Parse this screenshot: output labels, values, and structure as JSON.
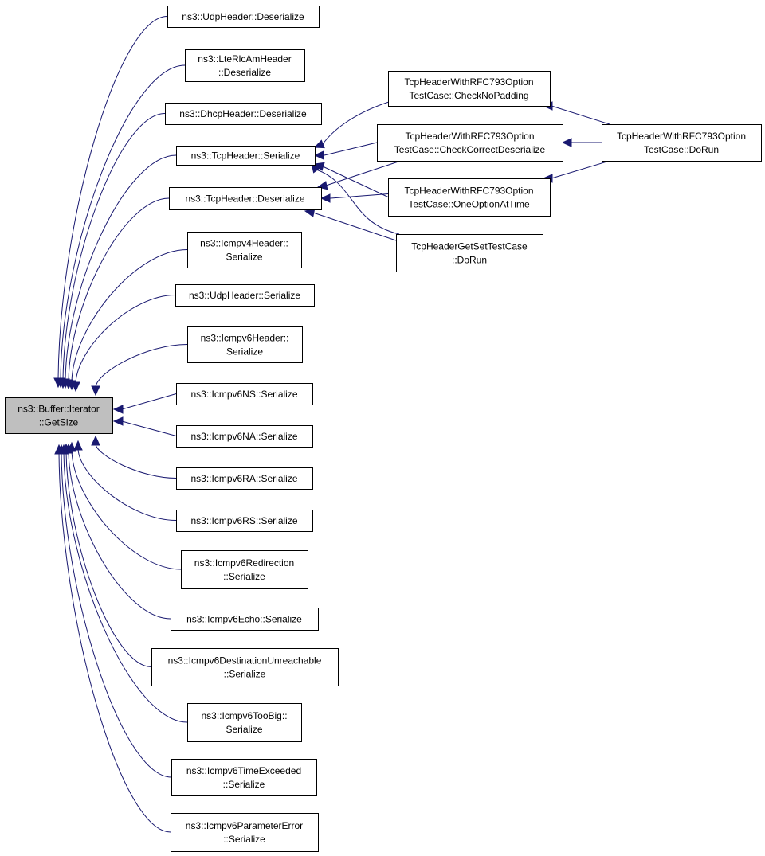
{
  "colors": {
    "edge": "#191970",
    "root_fill": "#bfbfbf",
    "node_fill": "#ffffff",
    "border": "#000000"
  },
  "nodes": [
    {
      "id": "root",
      "lines": [
        "ns3::Buffer::Iterator",
        "::GetSize"
      ]
    },
    {
      "id": "udp-deser",
      "lines": [
        "ns3::UdpHeader::Deserialize"
      ]
    },
    {
      "id": "lte",
      "lines": [
        "ns3::LteRlcAmHeader",
        "::Deserialize"
      ]
    },
    {
      "id": "dhcp",
      "lines": [
        "ns3::DhcpHeader::Deserialize"
      ]
    },
    {
      "id": "tcp-ser",
      "lines": [
        "ns3::TcpHeader::Serialize"
      ]
    },
    {
      "id": "tcp-deser",
      "lines": [
        "ns3::TcpHeader::Deserialize"
      ]
    },
    {
      "id": "icmpv4",
      "lines": [
        "ns3::Icmpv4Header::",
        "Serialize"
      ]
    },
    {
      "id": "udp-ser",
      "lines": [
        "ns3::UdpHeader::Serialize"
      ]
    },
    {
      "id": "icmpv6h",
      "lines": [
        "ns3::Icmpv6Header::",
        "Serialize"
      ]
    },
    {
      "id": "ns",
      "lines": [
        "ns3::Icmpv6NS::Serialize"
      ]
    },
    {
      "id": "na",
      "lines": [
        "ns3::Icmpv6NA::Serialize"
      ]
    },
    {
      "id": "ra",
      "lines": [
        "ns3::Icmpv6RA::Serialize"
      ]
    },
    {
      "id": "rs",
      "lines": [
        "ns3::Icmpv6RS::Serialize"
      ]
    },
    {
      "id": "redir",
      "lines": [
        "ns3::Icmpv6Redirection",
        "::Serialize"
      ]
    },
    {
      "id": "echo",
      "lines": [
        "ns3::Icmpv6Echo::Serialize"
      ]
    },
    {
      "id": "dest",
      "lines": [
        "ns3::Icmpv6DestinationUnreachable",
        "::Serialize"
      ]
    },
    {
      "id": "toobig",
      "lines": [
        "ns3::Icmpv6TooBig::",
        "Serialize"
      ]
    },
    {
      "id": "timeex",
      "lines": [
        "ns3::Icmpv6TimeExceeded",
        "::Serialize"
      ]
    },
    {
      "id": "param",
      "lines": [
        "ns3::Icmpv6ParameterError",
        "::Serialize"
      ]
    },
    {
      "id": "nopad",
      "lines": [
        "TcpHeaderWithRFC793Option",
        "TestCase::CheckNoPadding"
      ]
    },
    {
      "id": "correct",
      "lines": [
        "TcpHeaderWithRFC793Option",
        "TestCase::CheckCorrectDeserialize"
      ]
    },
    {
      "id": "onetime",
      "lines": [
        "TcpHeaderWithRFC793Option",
        "TestCase::OneOptionAtTime"
      ]
    },
    {
      "id": "getset",
      "lines": [
        "TcpHeaderGetSetTestCase",
        "::DoRun"
      ]
    },
    {
      "id": "dorun",
      "lines": [
        "TcpHeaderWithRFC793Option",
        "TestCase::DoRun"
      ]
    }
  ],
  "edges": [
    {
      "from": "udp-deser",
      "to": "root"
    },
    {
      "from": "lte",
      "to": "root"
    },
    {
      "from": "dhcp",
      "to": "root"
    },
    {
      "from": "tcp-ser",
      "to": "root"
    },
    {
      "from": "tcp-deser",
      "to": "root"
    },
    {
      "from": "icmpv4",
      "to": "root"
    },
    {
      "from": "udp-ser",
      "to": "root"
    },
    {
      "from": "icmpv6h",
      "to": "root"
    },
    {
      "from": "ns",
      "to": "root"
    },
    {
      "from": "na",
      "to": "root"
    },
    {
      "from": "ra",
      "to": "root"
    },
    {
      "from": "rs",
      "to": "root"
    },
    {
      "from": "redir",
      "to": "root"
    },
    {
      "from": "echo",
      "to": "root"
    },
    {
      "from": "dest",
      "to": "root"
    },
    {
      "from": "toobig",
      "to": "root"
    },
    {
      "from": "timeex",
      "to": "root"
    },
    {
      "from": "param",
      "to": "root"
    },
    {
      "from": "nopad",
      "to": "tcp-ser"
    },
    {
      "from": "correct",
      "to": "tcp-ser"
    },
    {
      "from": "onetime",
      "to": "tcp-ser"
    },
    {
      "from": "getset",
      "to": "tcp-ser"
    },
    {
      "from": "correct",
      "to": "tcp-deser"
    },
    {
      "from": "onetime",
      "to": "tcp-deser"
    },
    {
      "from": "getset",
      "to": "tcp-deser"
    },
    {
      "from": "dorun",
      "to": "nopad"
    },
    {
      "from": "dorun",
      "to": "correct"
    },
    {
      "from": "dorun",
      "to": "onetime"
    }
  ]
}
